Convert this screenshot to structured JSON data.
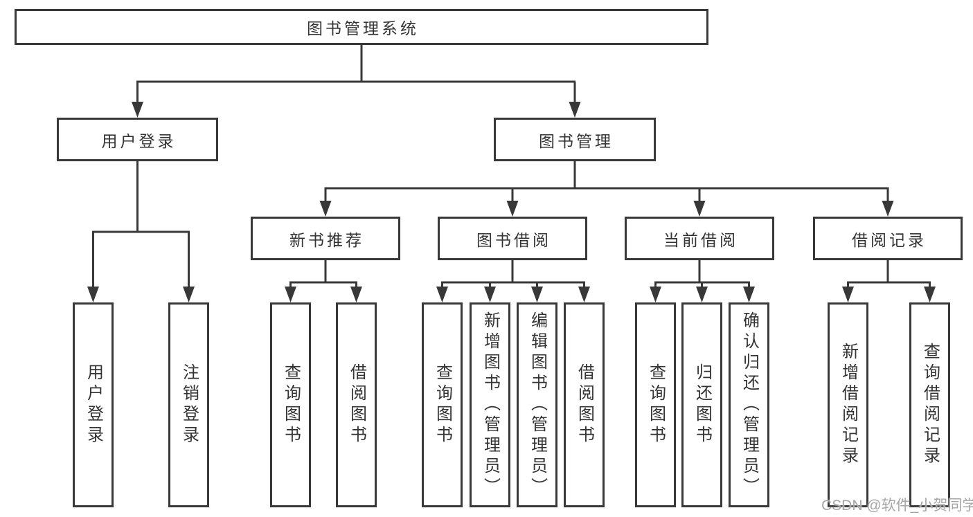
{
  "diagram": {
    "root": {
      "label": "图书管理系统"
    },
    "children": [
      {
        "label": "用户登录",
        "children": [
          {
            "label": "用户登录"
          },
          {
            "label": "注销登录"
          }
        ]
      },
      {
        "label": "图书管理",
        "children": [
          {
            "label": "新书推荐",
            "children": [
              {
                "label": "查询图书"
              },
              {
                "label": "借阅图书"
              }
            ]
          },
          {
            "label": "图书借阅",
            "children": [
              {
                "label": "查询图书"
              },
              {
                "label": "新增图书（管理员）"
              },
              {
                "label": "编辑图书（管理员）"
              },
              {
                "label": "借阅图书"
              }
            ]
          },
          {
            "label": "当前借阅",
            "children": [
              {
                "label": "查询图书"
              },
              {
                "label": "归还图书"
              },
              {
                "label": "确认归还（管理员）"
              }
            ]
          },
          {
            "label": "借阅记录",
            "children": [
              {
                "label": "新增借阅记录"
              },
              {
                "label": "查询借阅记录"
              }
            ]
          }
        ]
      }
    ]
  },
  "watermark": {
    "text": "CSDN @软件_小贺同学"
  },
  "colors": {
    "line": "#383838",
    "text": "#333333",
    "watermark": "#a6a6a6",
    "background": "#ffffff"
  }
}
